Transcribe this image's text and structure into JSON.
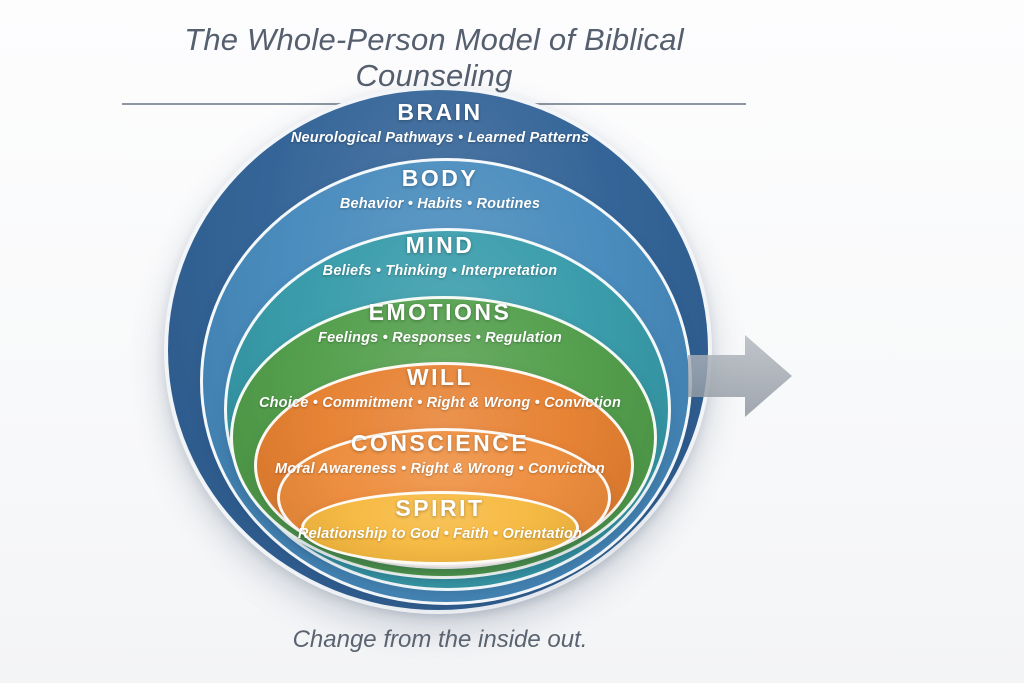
{
  "title": "The Whole-Person Model of Biblical Counseling",
  "caption": "Change from the inside out.",
  "colors": {
    "title_text": "#565f6e",
    "underline": "#8d97a3",
    "caption_text": "#5a6370",
    "arrow": "#9aa1aa",
    "ring_border": "#ffffff",
    "background": "#fbfcfd"
  },
  "icons": {
    "arrow": "right-arrow-icon"
  },
  "layers": [
    {
      "name": "brain",
      "label": "BRAIN",
      "subtitle": "Neurological Pathways • Learned Patterns",
      "color": "#2d5f94"
    },
    {
      "name": "body",
      "label": "BODY",
      "subtitle": "Behavior • Habits • Routines",
      "color": "#4388bb"
    },
    {
      "name": "mind",
      "label": "MIND",
      "subtitle": "Beliefs • Thinking • Interpretation",
      "color": "#3399a8"
    },
    {
      "name": "emotions",
      "label": "EMOTIONS",
      "subtitle": "Feelings • Responses • Regulation",
      "color": "#4e9c47"
    },
    {
      "name": "will",
      "label": "WILL",
      "subtitle": "Choice • Commitment • Right & Wrong • Conviction",
      "color": "#e67e2d"
    },
    {
      "name": "conscience",
      "label": "CONSCIENCE",
      "subtitle": "Moral Awareness • Right & Wrong • Conviction",
      "color": "#ed8a38"
    },
    {
      "name": "spirit",
      "label": "SPIRIT",
      "subtitle": "Relationship to God • Faith • Orientation",
      "color": "#f6b83d"
    }
  ]
}
